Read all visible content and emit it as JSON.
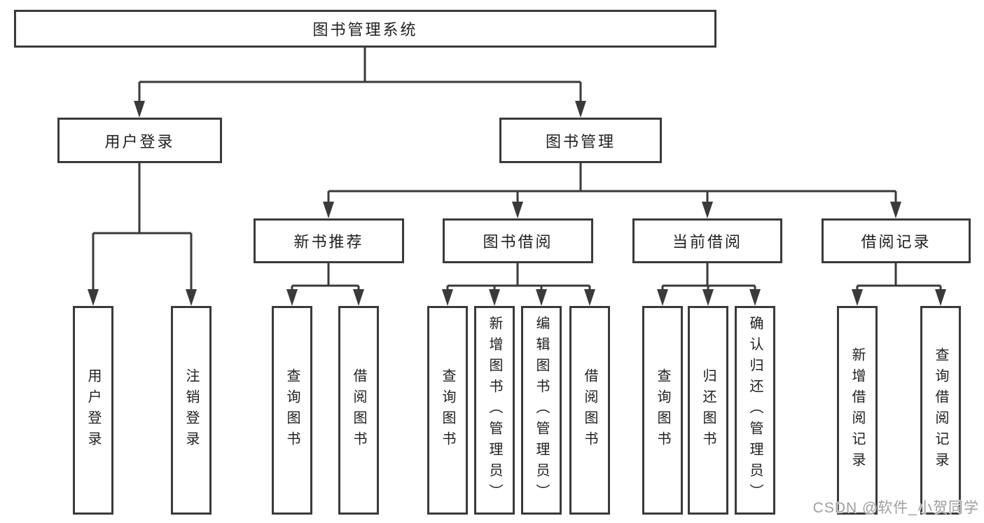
{
  "tree": {
    "root": {
      "label": "图书管理系统"
    },
    "level2": [
      {
        "label": "用户登录"
      },
      {
        "label": "图书管理"
      }
    ],
    "level3": [
      {
        "label": "新书推荐"
      },
      {
        "label": "图书借阅"
      },
      {
        "label": "当前借阅"
      },
      {
        "label": "借阅记录"
      }
    ],
    "leaves": {
      "user_login": [
        {
          "label": "用户登录"
        },
        {
          "label": "注销登录"
        }
      ],
      "new_books": [
        {
          "label": "查询图书"
        },
        {
          "label": "借阅图书"
        }
      ],
      "book_borrow": [
        {
          "label": "查询图书"
        },
        {
          "label": "新增图书（管理员）"
        },
        {
          "label": "编辑图书（管理员）"
        },
        {
          "label": "借阅图书"
        }
      ],
      "current_borrow": [
        {
          "label": "查询图书"
        },
        {
          "label": "归还图书"
        },
        {
          "label": "确认归还（管理员）"
        }
      ],
      "borrow_records": [
        {
          "label": "新增借阅记录"
        },
        {
          "label": "查询借阅记录"
        }
      ]
    }
  },
  "colors": {
    "line": "#3a3a3a",
    "text": "#1f1f1f",
    "background": "#ffffff",
    "watermark": "#9e9e9e"
  },
  "watermark": {
    "text": "CSDN @软件_小贺同学"
  }
}
